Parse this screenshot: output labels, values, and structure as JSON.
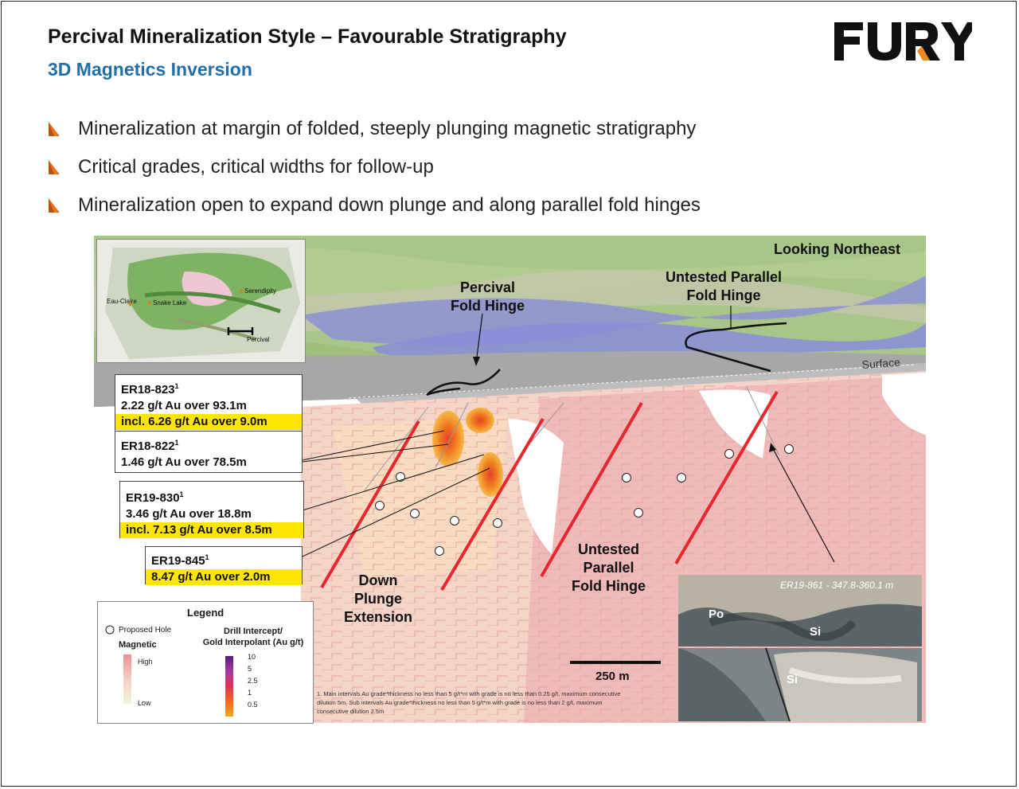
{
  "header": {
    "title": "Percival Mineralization Style – Favourable Stratigraphy",
    "subtitle": "3D Magnetics Inversion",
    "logo_text": "FURY"
  },
  "bullets": [
    "Mineralization at margin of folded, steeply plunging magnetic stratigraphy",
    "Critical grades, critical widths for follow-up",
    "Mineralization open to expand down plunge and along parallel fold hinges"
  ],
  "figure": {
    "view_label": "Looking Northeast",
    "percival_hinge": [
      "Percival",
      "Fold Hinge"
    ],
    "untested_top": [
      "Untested Parallel",
      "Fold Hinge"
    ],
    "surface": "Surface",
    "down_plunge": [
      "Down",
      "Plunge",
      "Extension"
    ],
    "untested_bottom": [
      "Untested",
      "Parallel",
      "Fold Hinge"
    ],
    "scale": "250 m",
    "inset_map": {
      "places": [
        "Eau-Claire",
        "Snake Lake",
        "Serendipity",
        "Percival"
      ]
    },
    "photo": {
      "caption": "ER19-861 - 347.8-360.1 m",
      "labels": [
        "Po",
        "Si",
        "Si"
      ]
    }
  },
  "callouts": [
    {
      "hole": "ER18-823",
      "sup": "1",
      "lines": [
        "2.22 g/t Au over 93.1m"
      ],
      "highlight": "incl. 6.26 g/t Au over 9.0m"
    },
    {
      "hole": "ER18-822",
      "sup": "1",
      "lines": [
        "1.46 g/t Au over 78.5m"
      ],
      "highlight": ""
    },
    {
      "hole": "ER19-830",
      "sup": "1",
      "lines": [
        "3.46 g/t Au over 18.8m"
      ],
      "highlight": "incl. 7.13 g/t Au over 8.5m"
    },
    {
      "hole": "ER19-845",
      "sup": "1",
      "lines": [],
      "highlight": "8.47 g/t Au over 2.0m"
    }
  ],
  "legend": {
    "title": "Legend",
    "proposed": "Proposed Hole",
    "magnetic": "Magnetic",
    "high": "High",
    "low": "Low",
    "drill_title": [
      "Drill Intercept/",
      "Gold Interpolant (Au g/t)"
    ],
    "drill_values": [
      "10",
      "5",
      "2.5",
      "1",
      "0.5"
    ],
    "colors": {
      "high": "#ee8f96",
      "mid": "#f6d2c8",
      "low": "#f2f4dc",
      "grad": [
        "#5b1a7a",
        "#a23ba1",
        "#e0305a",
        "#f06a1e",
        "#f6a623"
      ]
    }
  },
  "footnote": "1. Main intervals Au grade*thickness no less than 5 g/t*m with grade is no less than 0.25 g/t, maximum consecutive dilution 5m. Sub intervals Au grade*thickness no less than 5 g/t*m with grade is no less than 2 g/t, maximum consecutive dilution 2.5m",
  "colors": {
    "subtitle": "#1f6fa8",
    "logo_accent": "#f08a1c",
    "bullet": "#e4761b",
    "highlight": "#ffe600",
    "red_line": "#e8262e"
  }
}
